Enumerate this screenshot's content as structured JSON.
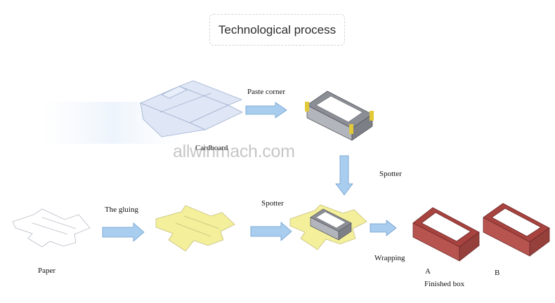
{
  "title": "Technological process",
  "watermark": "allwinmach.com",
  "labels": {
    "paste_corner": "Paste corner",
    "cardboard": "Cardboard",
    "spotter_top": "Spotter",
    "the_gluing": "The gluing",
    "spotter_bottom": "Spotter",
    "wrapping": "Wrapping",
    "paper": "Paper",
    "box_a": "A",
    "box_b": "B",
    "finished_box": "Finished box"
  },
  "colors": {
    "arrow_fill": "#a9cdee",
    "arrow_stroke": "#6f9fd0",
    "cardboard_fill": "#dfe6f5",
    "glue_yellow": "#f3ef9a",
    "box_gray": "#9a9ca4",
    "corner_yellow": "#e2c938",
    "finished_red": "#b4504c"
  }
}
